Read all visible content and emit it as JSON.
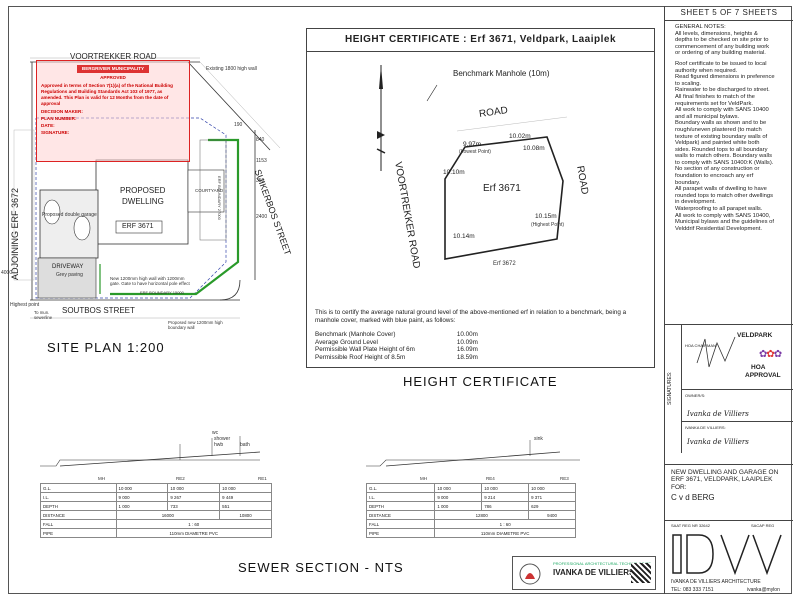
{
  "site_plan": {
    "title": "SITE PLAN 1:200",
    "road_top": "VOORTREKKER ROAD",
    "adjoining": "ADJOINING ERF 3672",
    "suikerbos": "SUIKERBOS STREET",
    "soutbos": "SOUTBOS STREET",
    "dwelling_1": "PROPOSED",
    "dwelling_2": "DWELLING",
    "erf": "ERF 3671",
    "garage": "Proposed double garage",
    "driveway": "DRIVEWAY",
    "driveway_sub": "Grey paving",
    "courtyard": "COURTYARD",
    "wall_top": "Existing 1800 high wall",
    "new_wall": "New 1200mm high wall with 1200mm gate. Gate to have horizontal pole effect",
    "boundary_bottom": "ERF BOUNDARY 15000",
    "boundary_right": "ERF BOUNDARY 27000",
    "proposed_wall": "Proposed new 1200mm high boundary wall",
    "highest_point": "Highest point",
    "to_sewer": "To mun. sewerline",
    "dims": [
      "190",
      "840",
      "1153",
      "350",
      "4000",
      "2400"
    ]
  },
  "approval": {
    "municipality": "BERGRIVIER MUNICIPALITY",
    "approved": "APPROVED",
    "body": "Approved in terms of Section 7(1)(a) of the National Building Regulations and Building Standards Act 103 of 1977, as amended. This Plan is valid for 12 Months from the date of approval",
    "decision_maker": "DECISION MAKER:",
    "plan_number": "PLAN NUMBER:",
    "date": "DATE:",
    "signature": "SIGNATURE:"
  },
  "height_certificate": {
    "header": "HEIGHT CERTIFICATE : Erf 3671, Veldpark, Laaiplek",
    "benchmark": "Benchmark Manhole (10m)",
    "road": "ROAD",
    "road_right": "ROAD",
    "voortrekker": "VOORTREKKER ROAD",
    "erf": "Erf 3671",
    "erf_below": "Erf 3672",
    "lowest_value": "9.97m",
    "lowest_label": "(Lowest Point)",
    "p1": "10.02m",
    "p2": "10.08m",
    "p3": "10.10m",
    "p4": "10.14m",
    "highest_value": "10.15m",
    "highest_label": "(Highest Point)",
    "text": "This is to certify the average natural ground level of the above-mentioned erf in relation to a benchmark, being a manhole cover, marked with blue paint, as follows:",
    "rows": [
      {
        "k": "Benchmark (Manhole Cover)",
        "v": "10.00m"
      },
      {
        "k": "Average Ground Level",
        "v": "10.09m"
      },
      {
        "k": "Permissible Wall Plate Height of 6m",
        "v": "16.09m"
      },
      {
        "k": "Permissible Roof Height of 8.5m",
        "v": "18.59m"
      }
    ],
    "caption": "HEIGHT CERTIFICATE"
  },
  "sewer": {
    "title": "SEWER SECTION - NTS",
    "left": {
      "mh": [
        "MH",
        "RE2",
        "RE1"
      ],
      "rows": [
        {
          "k": "G.L.",
          "v": [
            "10 000",
            "10 000",
            "10 000"
          ]
        },
        {
          "k": "I.L.",
          "v": [
            "9 000",
            "9 267",
            "9 449"
          ]
        },
        {
          "k": "DEPTH",
          "v": [
            "1 000",
            "733",
            "551"
          ]
        },
        {
          "k": "DISTANCE",
          "v": [
            "16000",
            "10800"
          ]
        },
        {
          "k": "FALL",
          "v": [
            "1 : 60"
          ]
        },
        {
          "k": "PIPE",
          "v": [
            "110mm DIAMETRE PVC"
          ]
        }
      ],
      "top_labels": [
        "wc",
        "shower",
        "hwb",
        "bath"
      ]
    },
    "right": {
      "mh": [
        "MH",
        "RE4",
        "RE3"
      ],
      "rows": [
        {
          "k": "G.L.",
          "v": [
            "10 000",
            "10 000",
            "10 000"
          ]
        },
        {
          "k": "I.L.",
          "v": [
            "9 000",
            "9 214",
            "9 371"
          ]
        },
        {
          "k": "DEPTH",
          "v": [
            "1 000",
            "786",
            "629"
          ]
        },
        {
          "k": "DISTANCE",
          "v": [
            "12800",
            "9400"
          ]
        },
        {
          "k": "FALL",
          "v": [
            "1 : 60"
          ]
        },
        {
          "k": "PIPE",
          "v": [
            "110mm DIAMETRE PVC"
          ]
        }
      ],
      "top_labels": [
        "sink"
      ]
    }
  },
  "logo": {
    "name": "IVANKA DE VILLIERS",
    "tag": "PROFESSIONAL ARCHITECTURAL TECHNOLOGIST"
  },
  "panel": {
    "sheet": "SHEET 5 OF 7 SHEETS",
    "notes_title": "GENERAL NOTES:",
    "notes": [
      "All levels, dimensions, heights &",
      "depths to be checked on site prior to",
      "commencement of any building work",
      "or ordering of any building material.",
      "",
      "Roof certificate to be issued to local",
      "authority when required.",
      "Read figured dimensions in preference",
      "to scaling.",
      "Rainwater to be discharged to street.",
      "All final finishes to match of the",
      "requirements set for VeldPark.",
      "All work to comply with SANS 10400",
      "and all municipal bylaws.",
      "Boundary walls as shown and to be",
      "rough/uneven plastered (to match",
      "texture of existing boundary walls of",
      "Veldpark) and painted white both",
      "sides. Rounded tops to all boundary",
      "walls to match others. Boundary walls",
      "to comply with SANS 10400:K (Walls).",
      "No section of any construction or",
      "foundation to encroach any erf",
      "boundary.",
      "All parapet walls of dwelling to have",
      "rounded tops to match other dwellings",
      "in development.",
      "Waterproofing to all parapet walls.",
      "All work to comply with SANS 10400,",
      "Municipal bylaws and the guidelines of",
      "Velddrif Residential Development."
    ],
    "signatures": "SIGNATURES:",
    "hoa_chairman": "HOA CHAIRMAN:",
    "veldpark": "VELDPARK",
    "hoa_approval_1": "HOA",
    "hoa_approval_2": "APPROVAL",
    "owners": "OWNER/S:",
    "owner_name": "Ivanka de Villiers",
    "ivanka_label": "IVANKA DE VILLIERS:",
    "ivanka_name": "Ivanka de Villiers",
    "project_1": "NEW DWELLING AND GARAGE ON",
    "project_2": "ERF 3671, VELDPARK, LAAIPLEK",
    "for": "FOR:",
    "client": "C v d BERG",
    "saat": "SAAT REG NR 32642",
    "sacap": "SACAP REG",
    "firm": "IVANKA DE VILLIERS ARCHITECTURE",
    "tel": "TEL: 083 333 7151",
    "email": "ivanka@mylon"
  },
  "colors": {
    "approval_red": "#cc2222",
    "wall_green": "#2a9a2a",
    "boundary_blue": "#3344aa"
  }
}
